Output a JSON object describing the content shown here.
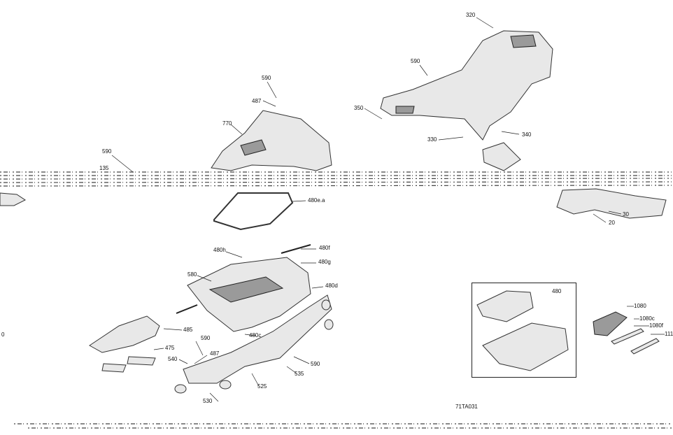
{
  "labels": {
    "l320": "320",
    "l590a": "590",
    "l350": "350",
    "l330": "330",
    "l340": "340",
    "l590b": "590",
    "l487a": "487",
    "l770": "770",
    "l590c": "590",
    "l135": "135",
    "l480ea": "480e.a",
    "l30": "30",
    "l20": "20",
    "l480h": "480h",
    "l480f": "480f",
    "l480g": "480g",
    "l580": "580",
    "l480d": "480d",
    "l485": "485",
    "l480c": "480c",
    "l475": "475",
    "l590d": "590",
    "l487b": "487",
    "l540": "540",
    "l590e": "590",
    "l535": "535",
    "l525": "525",
    "l530": "530",
    "l480": "480",
    "l1080": "1080",
    "l1080c": "1080c",
    "l1080f": "1080f",
    "l111": "111",
    "l0": "0",
    "code": "71TA031"
  }
}
